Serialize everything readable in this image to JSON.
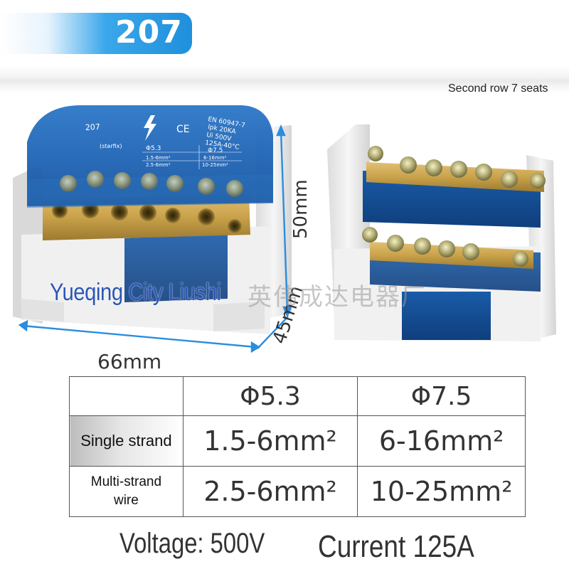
{
  "badge": {
    "model": "207"
  },
  "annotation": {
    "second_row": "Second row 7 seats"
  },
  "dimensions": {
    "height": "50mm",
    "depth": "45mm",
    "width": "66mm"
  },
  "watermark": {
    "latin": "Yueqing City Liushi",
    "cjk": "英伟成达电器厂"
  },
  "device_label": {
    "model": "207",
    "standard": "EN 60947-7",
    "lpk": "lpk 20KA",
    "ui": "Ui 500V",
    "rating": "125A-40°C",
    "ce": "CE",
    "brand": "(starfix)",
    "d1": "Φ5.3",
    "d2": "Φ7.5",
    "s1": "1.5-6mm²",
    "s2": "6-16mm²",
    "m1": "2.5-6mm²",
    "m2": "10-25mm²"
  },
  "spec_table": {
    "headers": [
      "",
      "Φ5.3",
      "Φ7.5"
    ],
    "rows": [
      {
        "label": "Single strand",
        "values": [
          "1.5-6mm²",
          "6-16mm²"
        ]
      },
      {
        "label_lines": [
          "Multi-strand",
          "wire"
        ],
        "values": [
          "2.5-6mm²",
          "10-25mm²"
        ]
      }
    ]
  },
  "footer": {
    "voltage": "Voltage: 500V",
    "current": "Current 125A"
  },
  "colors": {
    "badge_blue": "#1f90dc",
    "cover_blue": "#1e63b4",
    "brass": "#c9a24a",
    "housing": "#eeeeee",
    "dimension_line": "#2a8de0"
  }
}
